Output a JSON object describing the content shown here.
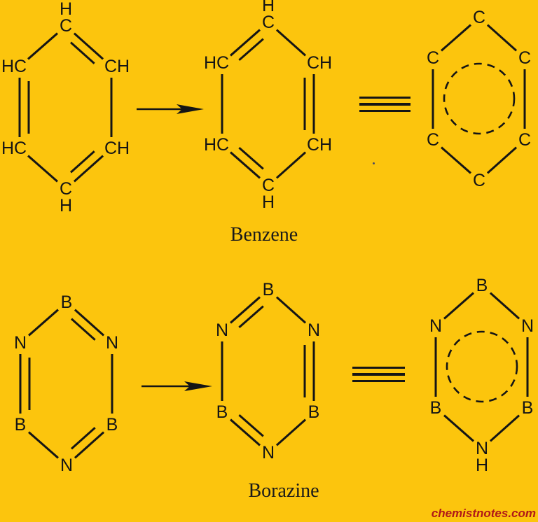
{
  "colors": {
    "background": "#FCC50D",
    "ink": "#151515",
    "watermark": "#B01818"
  },
  "captions": {
    "benzene": "Benzene",
    "borazine": "Borazine"
  },
  "watermark": {
    "text": "chemistnotes.com"
  },
  "icons": {
    "resonance_arrow": "right-arrow",
    "equivalence_sign": "triple-bar"
  },
  "structures": {
    "benzene_kekule_1": {
      "atoms": {
        "top_sub": "H",
        "top": "C",
        "upper_left": "HC",
        "upper_right": "CH",
        "lower_left": "HC",
        "lower_right": "CH",
        "bottom": "C",
        "bottom_sub": "H"
      },
      "double_bonds": [
        "top-upper_right",
        "upper_left-lower_left",
        "lower_right-bottom"
      ],
      "aromatic_circle": false
    },
    "benzene_kekule_2": {
      "atoms": {
        "top_sub": "H",
        "top": "C",
        "upper_left": "HC",
        "upper_right": "CH",
        "lower_left": "HC",
        "lower_right": "CH",
        "bottom": "C",
        "bottom_sub": "H"
      },
      "double_bonds": [
        "top-upper_left",
        "upper_right-lower_right",
        "lower_left-bottom"
      ],
      "aromatic_circle": false
    },
    "benzene_delocalized": {
      "atoms": {
        "top": "C",
        "upper_left": "C",
        "upper_right": "C",
        "lower_left": "C",
        "lower_right": "C",
        "bottom": "C"
      },
      "double_bonds": [],
      "aromatic_circle": true
    },
    "borazine_kekule_1": {
      "atoms": {
        "top": "B",
        "upper_left": "N",
        "upper_right": "N",
        "lower_left": "B",
        "lower_right": "B",
        "bottom": "N"
      },
      "double_bonds": [
        "top-upper_right",
        "upper_left-lower_left",
        "lower_right-bottom"
      ],
      "aromatic_circle": false
    },
    "borazine_kekule_2": {
      "atoms": {
        "top": "B",
        "upper_left": "N",
        "upper_right": "N",
        "lower_left": "B",
        "lower_right": "B",
        "bottom": "N"
      },
      "double_bonds": [
        "top-upper_left",
        "upper_right-lower_right",
        "lower_left-bottom"
      ],
      "aromatic_circle": false
    },
    "borazine_delocalized": {
      "atoms": {
        "top": "B",
        "upper_left": "N",
        "upper_right": "N",
        "lower_left": "B",
        "lower_right": "B",
        "bottom": "N",
        "bottom_sub": "H"
      },
      "double_bonds": [],
      "aromatic_circle": true
    }
  }
}
